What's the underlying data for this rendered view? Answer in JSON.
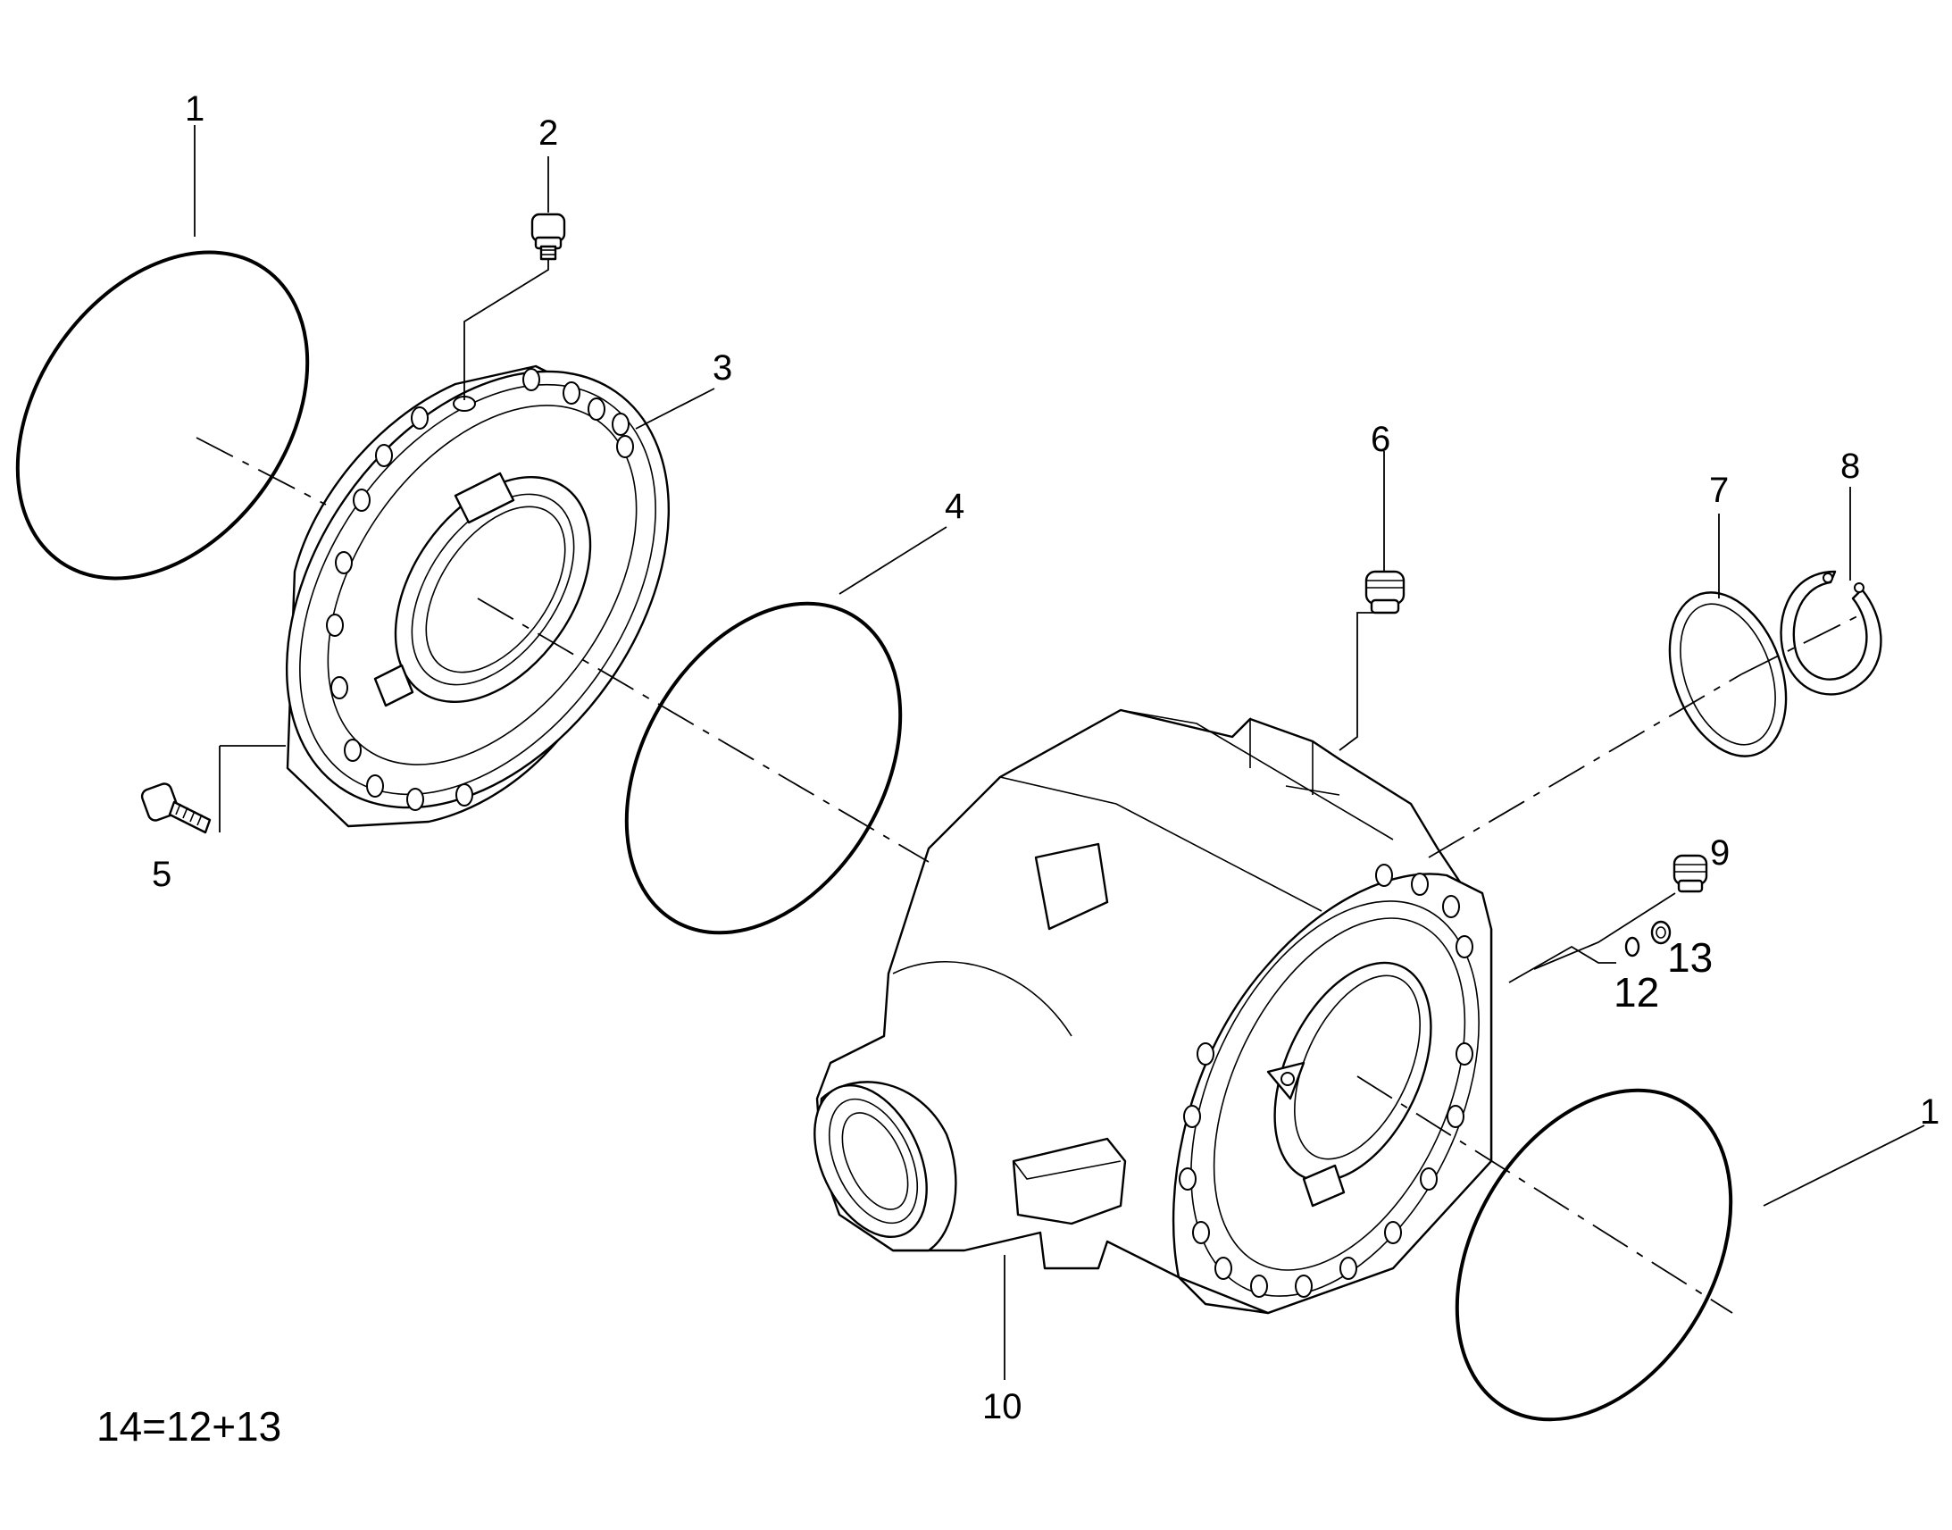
{
  "diagram": {
    "callouts": [
      {
        "id": "1a",
        "text": "1"
      },
      {
        "id": "2",
        "text": "2"
      },
      {
        "id": "3",
        "text": "3"
      },
      {
        "id": "4",
        "text": "4"
      },
      {
        "id": "5",
        "text": "5"
      },
      {
        "id": "6",
        "text": "6"
      },
      {
        "id": "7",
        "text": "7"
      },
      {
        "id": "8",
        "text": "8"
      },
      {
        "id": "9",
        "text": "9"
      },
      {
        "id": "10",
        "text": "10"
      },
      {
        "id": "1b",
        "text": "1"
      },
      {
        "id": "12",
        "text": "12"
      },
      {
        "id": "13",
        "text": "13"
      }
    ],
    "footnote": "14=12+13"
  }
}
